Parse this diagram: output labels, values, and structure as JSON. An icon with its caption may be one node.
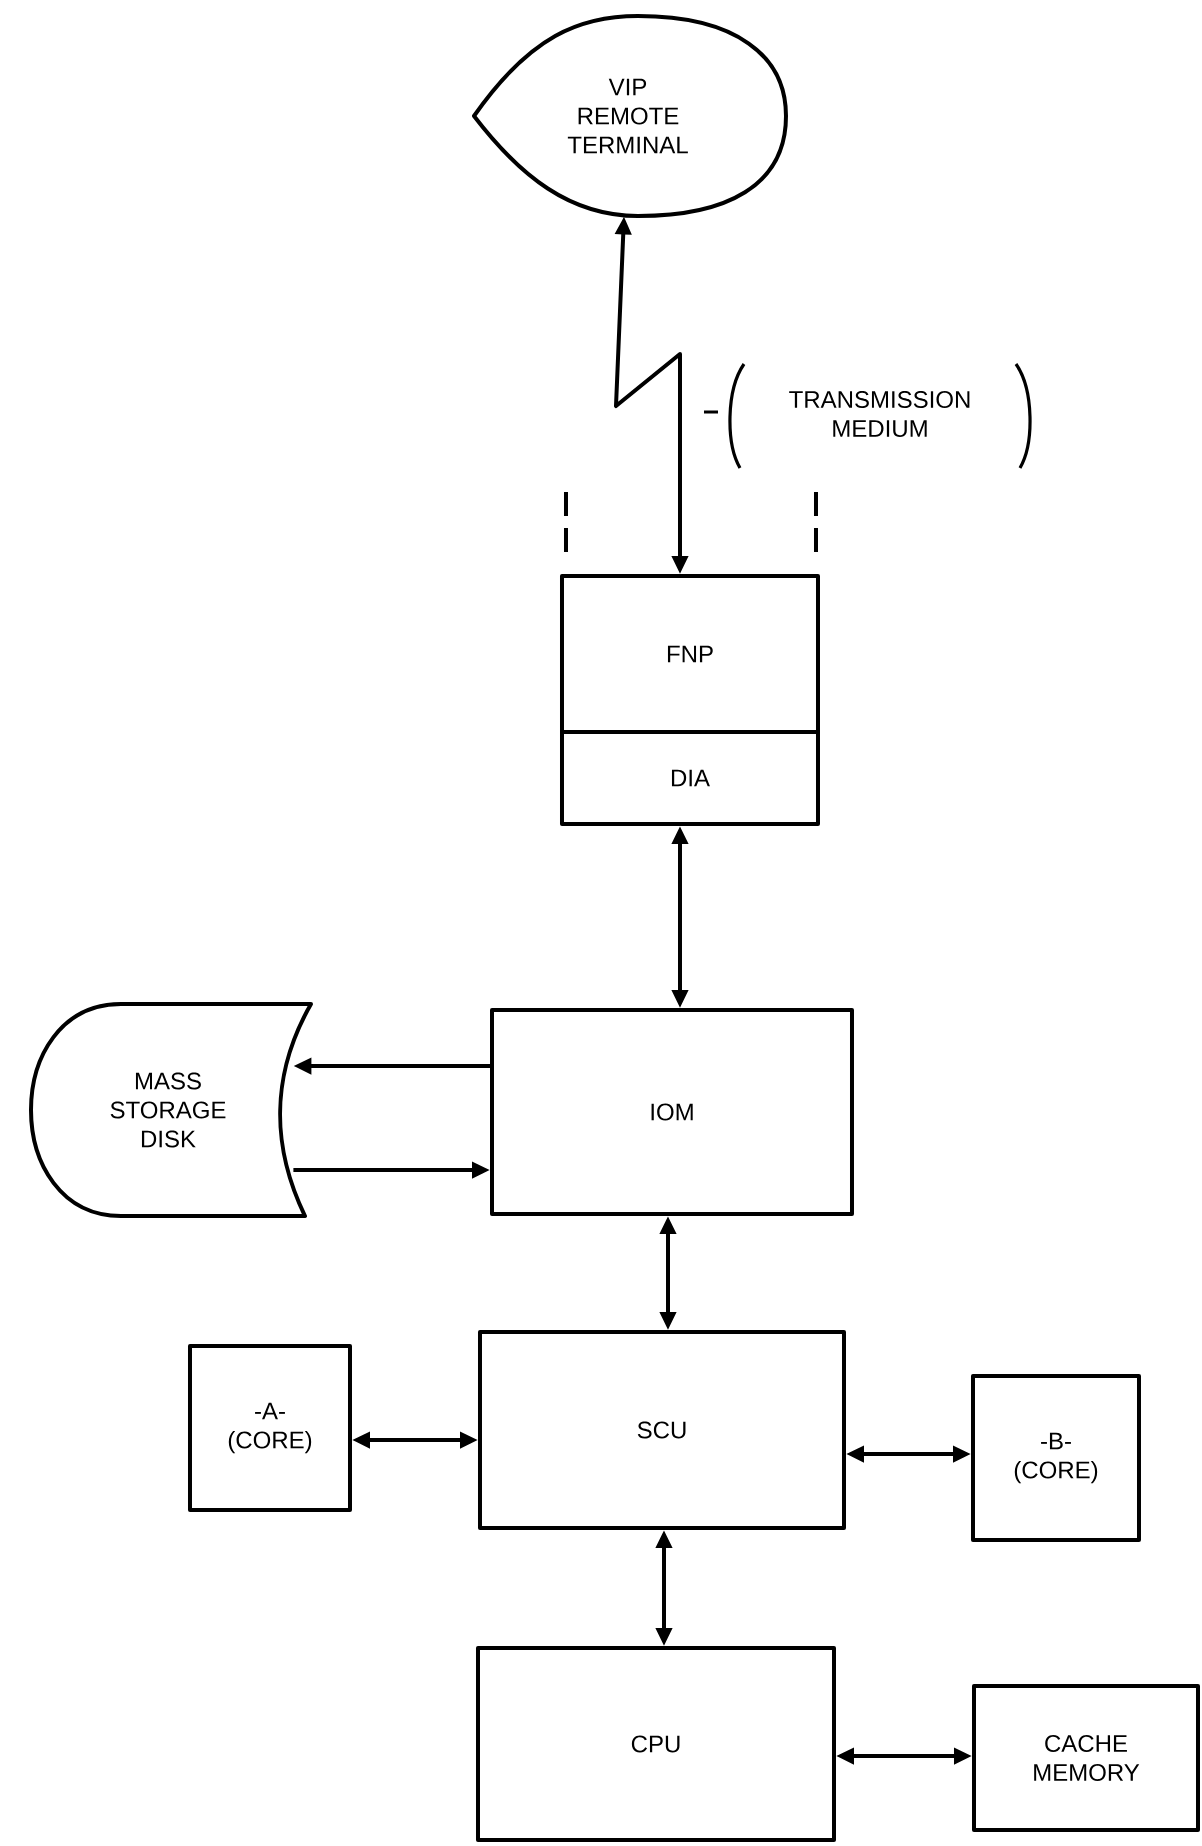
{
  "diagram": {
    "nodes": [
      {
        "text": [
          "VIP REMOTE TERMINAL"
        ]
      },
      {
        "text": [
          "FNP"
        ]
      },
      {
        "text": [
          "DIA"
        ]
      },
      {
        "text": [
          "MASS STORAGE DISK"
        ]
      },
      {
        "text": [
          "IOM"
        ]
      },
      {
        "text": [
          "-A- (CORE)"
        ]
      },
      {
        "text": [
          "SCU"
        ]
      },
      {
        "text": [
          "-B- (CORE)"
        ]
      },
      {
        "text": [
          "CPU"
        ]
      },
      {
        "text": [
          "CACHE MEMORY"
        ]
      }
    ],
    "edges": [
      {
        "from": 1,
        "to": 0,
        "arrow": "both",
        "label": "TRANSMISSION MEDIUM"
      },
      {
        "from": 2,
        "to": 4,
        "arrow": "both"
      },
      {
        "from": 4,
        "to": 3,
        "arrow": "to"
      },
      {
        "from": 3,
        "to": 4,
        "arrow": "to"
      },
      {
        "from": 4,
        "to": 6,
        "arrow": "both"
      },
      {
        "from": 5,
        "to": 6,
        "arrow": "both"
      },
      {
        "from": 6,
        "to": 7,
        "arrow": "both"
      },
      {
        "from": 6,
        "to": 8,
        "arrow": "both"
      },
      {
        "from": 8,
        "to": 9,
        "arrow": "both"
      }
    ]
  }
}
